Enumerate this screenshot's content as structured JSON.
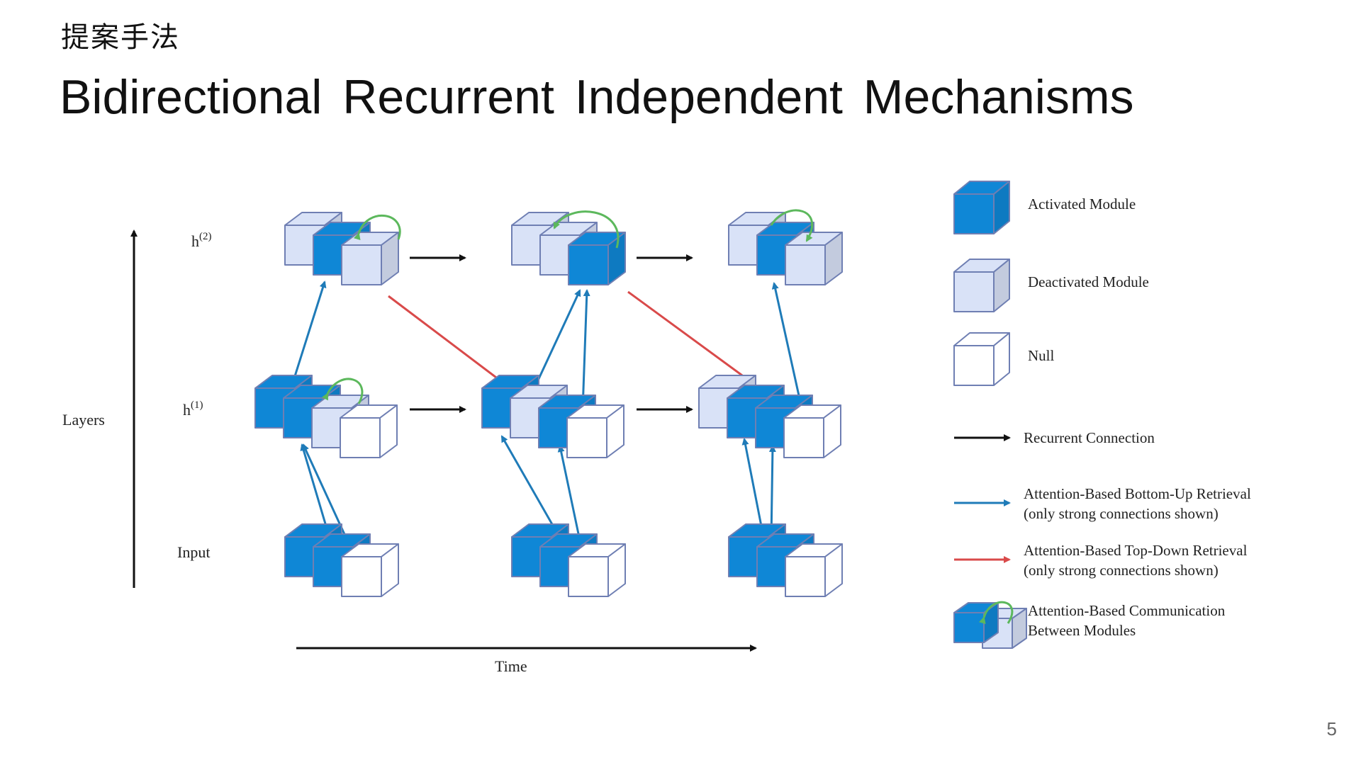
{
  "slide": {
    "section_label": "提案手法",
    "title": "Bidirectional Recurrent Independent Mechanisms",
    "page_number": "5"
  },
  "diagram": {
    "axis_labels": {
      "layers": "Layers",
      "time": "Time"
    },
    "layer_labels": {
      "h2": {
        "base": "h",
        "sup": "(2)"
      },
      "h1": {
        "base": "h",
        "sup": "(1)"
      },
      "input": "Input"
    },
    "colors": {
      "activated": "#0f87d6",
      "deactivated": "#d9e2f7",
      "null": "#ffffff",
      "edge": "#6f7fb3",
      "recurrent": "#111111",
      "bottom_up": "#1f7bb8",
      "top_down": "#d94a4a",
      "communication": "#5cb85c"
    },
    "timesteps": [
      {
        "h2": [
          "deactivated",
          "activated",
          "deactivated"
        ],
        "h1": [
          "activated",
          "activated",
          "deactivated",
          "null"
        ],
        "input": [
          "activated",
          "activated",
          "null"
        ]
      },
      {
        "h2": [
          "deactivated",
          "deactivated",
          "activated"
        ],
        "h1": [
          "activated",
          "deactivated",
          "activated",
          "null"
        ],
        "input": [
          "activated",
          "activated",
          "null"
        ]
      },
      {
        "h2": [
          "deactivated",
          "activated",
          "deactivated"
        ],
        "h1": [
          "deactivated",
          "activated",
          "activated",
          "null"
        ],
        "input": [
          "activated",
          "activated",
          "null"
        ]
      }
    ],
    "legend": [
      {
        "kind": "cube",
        "state": "activated",
        "lines": [
          "Activated Module"
        ]
      },
      {
        "kind": "cube",
        "state": "deactivated",
        "lines": [
          "Deactivated Module"
        ]
      },
      {
        "kind": "cube",
        "state": "null",
        "lines": [
          "Null"
        ]
      },
      {
        "kind": "arrow",
        "color": "recurrent",
        "lines": [
          "Recurrent Connection"
        ]
      },
      {
        "kind": "arrow",
        "color": "bottom_up",
        "lines": [
          "Attention-Based Bottom-Up Retrieval",
          "(only strong connections shown)"
        ]
      },
      {
        "kind": "arrow",
        "color": "top_down",
        "lines": [
          "Attention-Based Top-Down Retrieval",
          "(only strong connections shown)"
        ]
      },
      {
        "kind": "communication",
        "lines": [
          "Attention-Based Communication",
          "Between Modules"
        ]
      }
    ]
  }
}
